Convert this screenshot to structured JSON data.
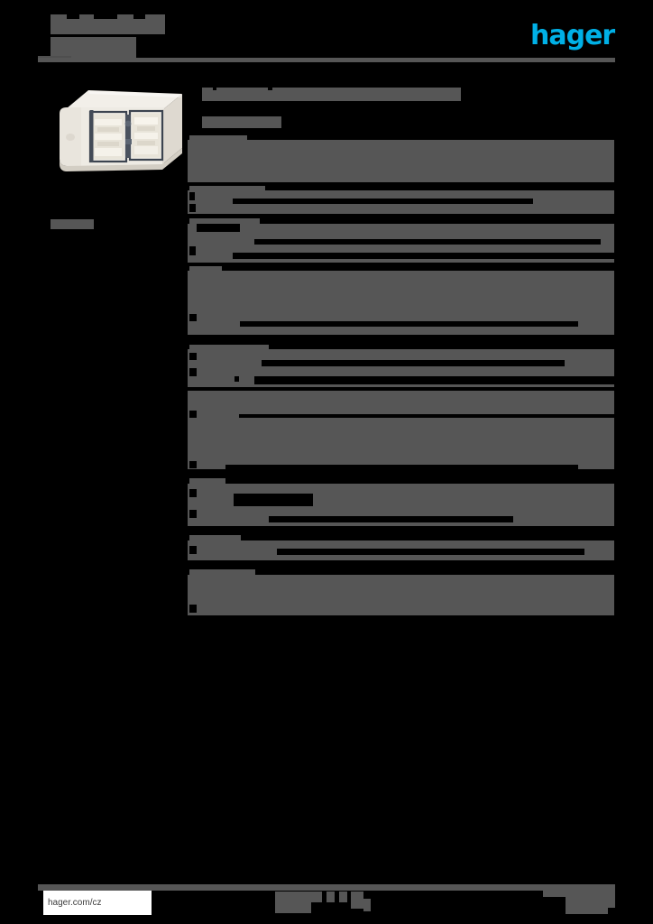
{
  "document": {
    "type": "product-datasheet",
    "page_background": "#000000",
    "redaction_color": "#565656",
    "title_redacted": true,
    "title_lines": [
      "",
      ""
    ]
  },
  "header": {
    "brand_logo_text": "hager",
    "brand_color": "#00b0e6",
    "rule_color": "#565656"
  },
  "left_column": {
    "product_image": {
      "name": "surface-mount-double-enclosure-box",
      "body_color": "#ece9e2",
      "body_shadow_color": "#cfcabf",
      "frame_color": "#3c4450",
      "window_color": "#e6e2d8",
      "background": "#000000"
    },
    "reference_label": ""
  },
  "main": {
    "heading": "",
    "subheading": "",
    "section_bar": "",
    "table_rows": [
      {
        "label": "",
        "value": ""
      },
      {
        "label": "",
        "value": ""
      },
      {
        "label": "",
        "value": ""
      },
      {
        "label": "",
        "value": ""
      },
      {
        "label": "",
        "value": ""
      },
      {
        "label": "",
        "value": ""
      },
      {
        "label": "",
        "value": ""
      },
      {
        "label": "",
        "value": ""
      },
      {
        "label": "",
        "value": ""
      },
      {
        "label": "",
        "value": ""
      },
      {
        "label": "",
        "value": ""
      },
      {
        "label": "",
        "value": ""
      }
    ]
  },
  "footer": {
    "url": "hager.com/cz",
    "center_text": "",
    "right_text": ""
  }
}
